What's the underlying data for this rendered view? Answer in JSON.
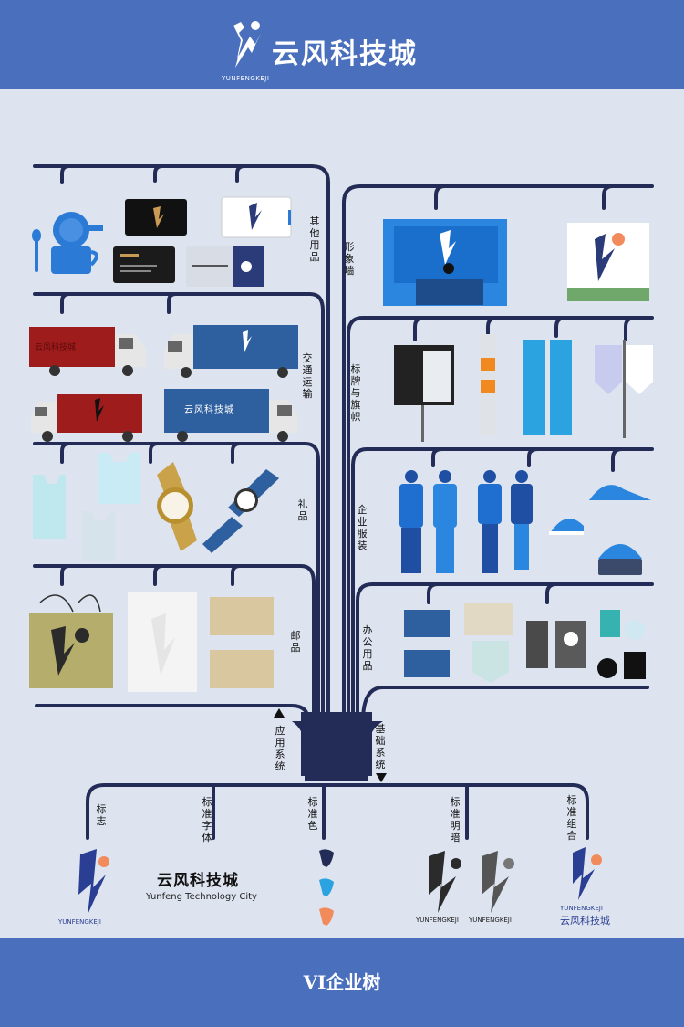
{
  "header": {
    "brand_name": "云风科技城",
    "brand_sub": "YUNFENGKEJI"
  },
  "branches": {
    "other": "其他用品",
    "image_wall": "形象墙",
    "transport": "交通运输",
    "signage": "标牌与旗帜",
    "gift": "礼品",
    "uniform": "企业服装",
    "mail": "邮品",
    "office": "办公用品",
    "application": "应用系统",
    "basic": "基础系统",
    "logo": "标志",
    "std_font": "标准字体",
    "std_color": "标准色",
    "std_light_dark": "标准明暗",
    "std_combo": "标准组合"
  },
  "truck_texts": {
    "red_top": "云风科技城",
    "blue_bottom": "云风科技城"
  },
  "font_demo": {
    "cn": "云风科技城",
    "en": "Yunfeng Technology City"
  },
  "logo_captions": {
    "logo": "YUNFENGKEJI",
    "ld1": "YUNFENGKEJI",
    "ld2": "YUNFENGKEJI",
    "combo_en": "YUNFENGKEJI",
    "combo_cn": "云风科技城"
  },
  "colors": {
    "header_blue": "#4a6fbd",
    "trunk": "#232c57",
    "accent_blue": "#2a7ad6",
    "accent_orange": "#f28b5c",
    "cyan": "#2ba3e0"
  },
  "footer": {
    "title": "VI企业树"
  }
}
